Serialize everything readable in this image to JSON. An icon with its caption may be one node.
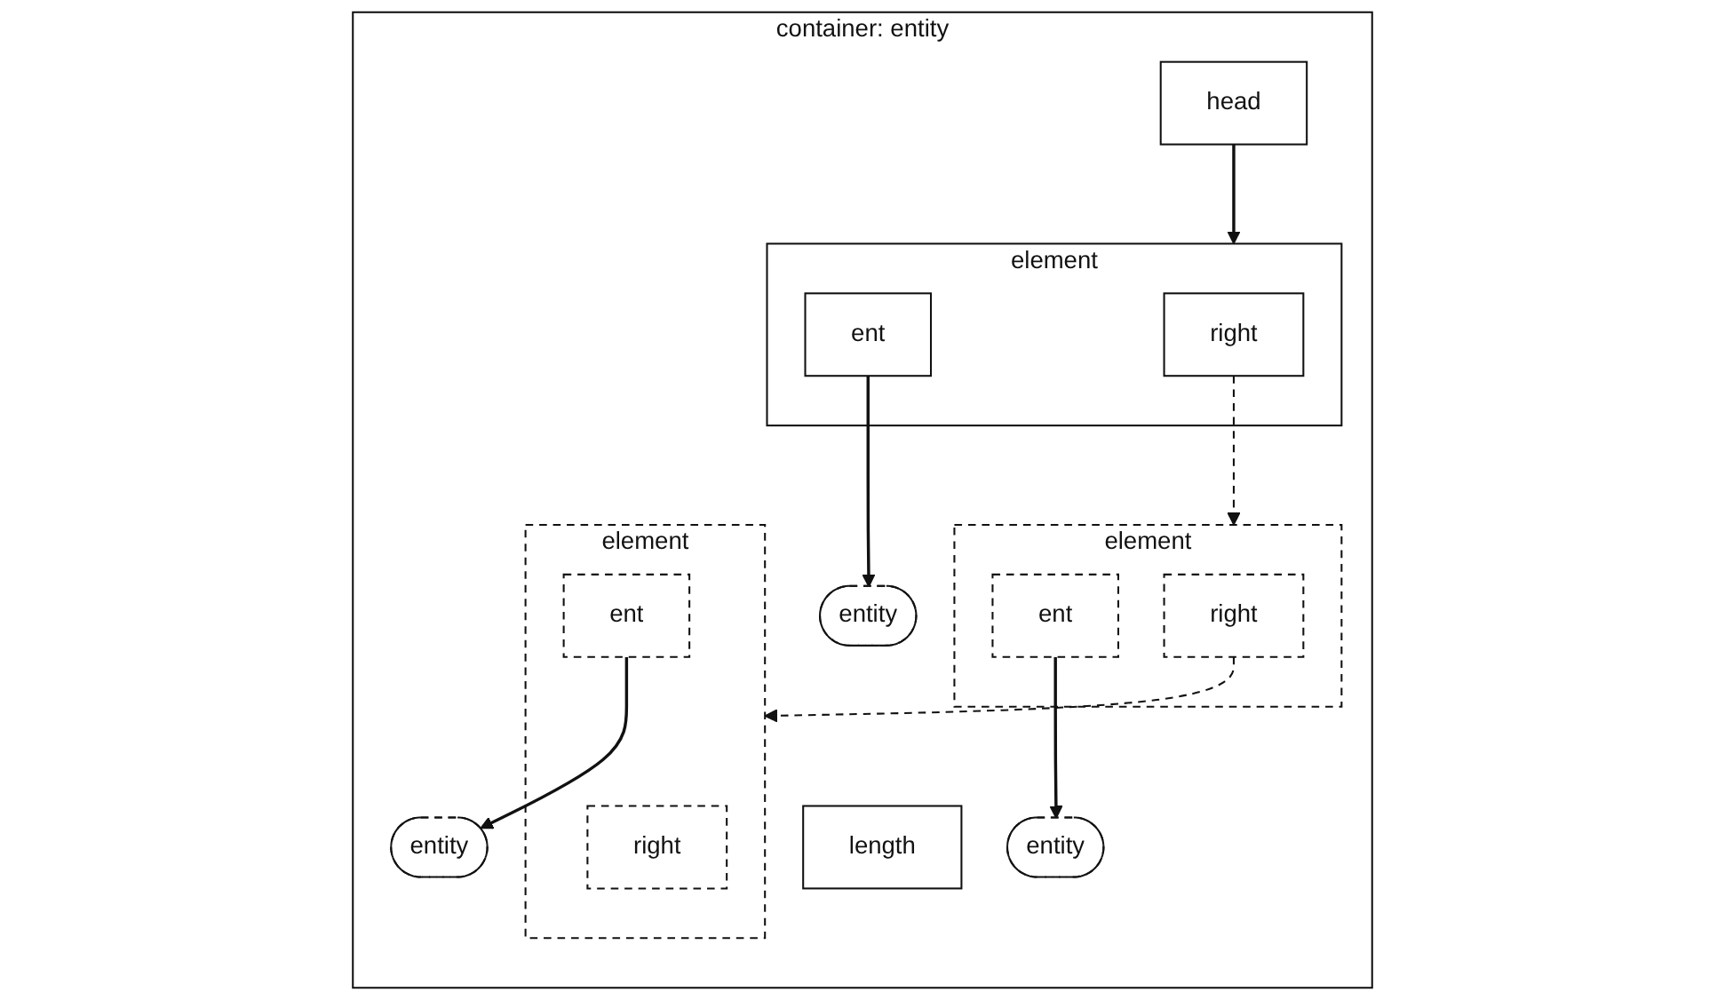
{
  "diagram": {
    "nodes": [
      {
        "text": [
          "container: entity"
        ]
      },
      {
        "text": [
          "head"
        ],
        "in": 0
      },
      {
        "text": [
          "length"
        ],
        "in": 0
      },
      {
        "text": [
          "element"
        ],
        "in": 0
      },
      {
        "text": [
          "right"
        ],
        "in": 3
      },
      {
        "text": [
          "ent"
        ],
        "in": 3
      },
      {
        "text": [
          "element"
        ],
        "in": 0
      },
      {
        "text": [
          "right"
        ],
        "in": 6
      },
      {
        "text": [
          "ent"
        ],
        "in": 6
      },
      {
        "text": [
          "element"
        ],
        "in": 0
      },
      {
        "text": [
          "right"
        ],
        "in": 9
      },
      {
        "text": [
          "ent"
        ],
        "in": 9
      },
      {
        "text": [
          "entity"
        ],
        "in": 0
      },
      {
        "text": [
          "entity"
        ],
        "in": 0
      },
      {
        "text": [
          "entity"
        ],
        "in": 0
      }
    ],
    "edges": [
      {
        "from": 1,
        "to": 3,
        "arrow": "to"
      },
      {
        "from": 4,
        "to": 6,
        "arrow": "to",
        "style": "dashed"
      },
      {
        "from": 7,
        "to": 9,
        "arrow": "to",
        "style": "dashed"
      },
      {
        "from": 5,
        "to": 12,
        "arrow": "to"
      },
      {
        "from": 8,
        "to": 13,
        "arrow": "to"
      },
      {
        "from": 11,
        "to": 14,
        "arrow": "to"
      }
    ]
  }
}
